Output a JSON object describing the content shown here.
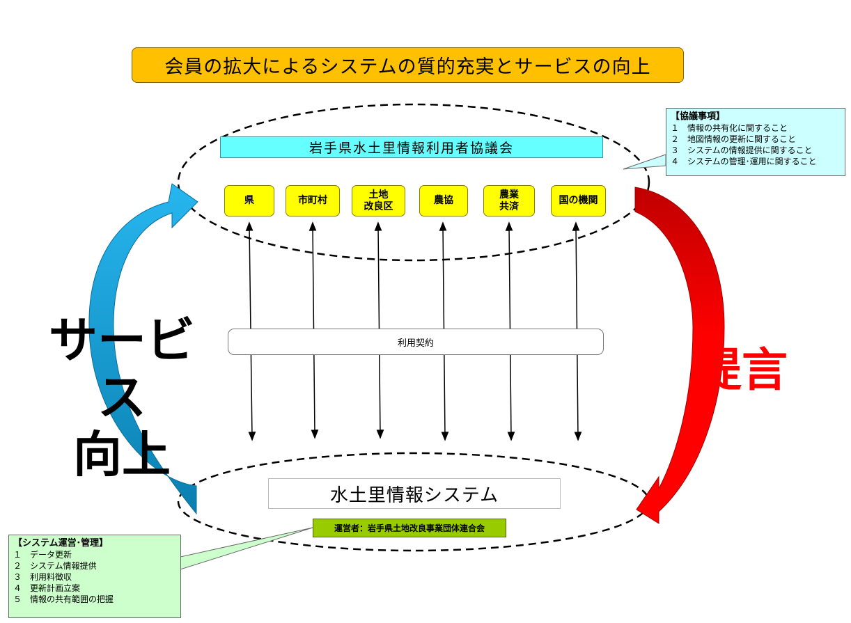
{
  "title": "会員の拡大によるシステムの質的充実とサービスの向上",
  "council": {
    "name": "岩手県水土里情報利用者協議会",
    "members": [
      {
        "line1": "県",
        "line2": ""
      },
      {
        "line1": "市町村",
        "line2": ""
      },
      {
        "line1": "土地",
        "line2": "改良区"
      },
      {
        "line1": "農協",
        "line2": ""
      },
      {
        "line1": "農業",
        "line2": "共済"
      },
      {
        "line1": "国の機関",
        "line2": ""
      }
    ]
  },
  "contract_label": "利用契約",
  "system": {
    "name": "水土里情報システム",
    "operator": "運営者：岩手県土地改良事業団体連合会"
  },
  "notes": {
    "council_items": {
      "heading": "【協議事項】",
      "items": [
        "１　情報の共有化に関すること",
        "２　地図情報の更新に関すること",
        "３　システムの情報提供に関すること",
        "４　システムの管理･運用に関すること"
      ]
    },
    "system_ops": {
      "heading": "【システム運営･管理】",
      "items": [
        "１　データ更新",
        "２　システム情報提供",
        "３　利用料徴収",
        "４　更新計画立案",
        "５　情報の共有範囲の把握"
      ]
    }
  },
  "left_arrow_label": {
    "line1": "サービス",
    "line2": "向上"
  },
  "right_arrow_label": "提言",
  "colors": {
    "title_bg": "#ffc000",
    "council_bg": "#66ffff",
    "member_bg": "#ffff00",
    "operator_bg": "#99cc00",
    "service_arrow": "#1e9fd8",
    "proposal_arrow": "#ff0000",
    "note_top_bg": "#ccffff",
    "note_bottom_bg": "#ccffcc"
  }
}
